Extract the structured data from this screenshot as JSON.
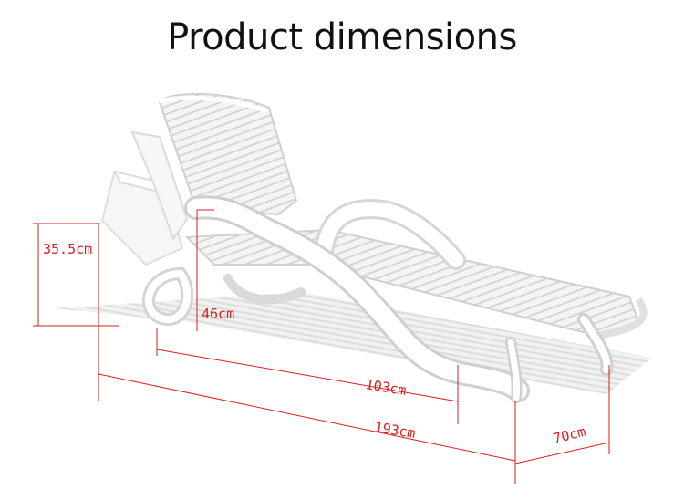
{
  "title": "Product dimensions",
  "dimensions": {
    "height_back": "35.5cm",
    "height_seat": "46cm",
    "seat_length": "103cm",
    "total_length": "193cm",
    "width": "70cm"
  },
  "colors": {
    "dimension_line": "#d81e1e",
    "title": "#111111",
    "chair": "#ffffff",
    "chair_shade": "#e3e3e3",
    "shadow": "#d9d9d9"
  }
}
